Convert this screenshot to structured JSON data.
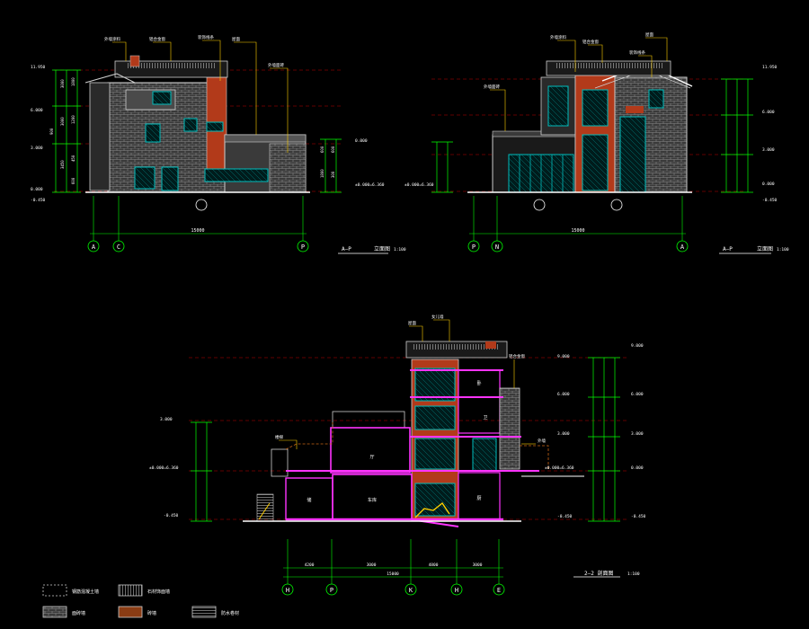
{
  "drawing": {
    "elevation_left": {
      "axes": [
        "A",
        "C",
        "P"
      ],
      "title_text": "A—P",
      "scale_text": "立面图",
      "scale_ratio": "1:100",
      "overall_dim": "15000",
      "levels": [
        "11.950",
        "6.000",
        "3.000",
        "0.000",
        "-0.450"
      ],
      "left_dims": [
        "900",
        "3000",
        "3000",
        "3450",
        "450",
        "1800",
        "600",
        "1200"
      ],
      "right_dims": [
        "600",
        "1800",
        "600",
        "300"
      ],
      "callouts": [
        "外墙涂料",
        "铝合金窗",
        "装饰线条",
        "屋面",
        "外墙面砖"
      ],
      "marker_labels": [
        "0.000",
        "±0.000=6.360"
      ]
    },
    "elevation_right": {
      "axes": [
        "P",
        "N",
        "A"
      ],
      "title_text": "A—P",
      "scale_text": "立面图",
      "scale_ratio": "1:100",
      "overall_dim": "15000",
      "levels": [
        "11.950",
        "6.000",
        "3.000",
        "0.000",
        "-0.450"
      ],
      "callouts": [
        "外墙涂料",
        "铝合金窗",
        "屋面",
        "外墙面砖",
        "装饰线条"
      ],
      "marker_labels": [
        "±0.000=6.360"
      ]
    },
    "section": {
      "axes": [
        "H",
        "P",
        "K",
        "H",
        "E"
      ],
      "bottom_dims": [
        "4200",
        "3000",
        "4800",
        "3000"
      ],
      "total_dim": "15000",
      "title_text": "2—2 剖面图",
      "scale_ratio": "1:100",
      "levels": [
        "9.000",
        "6.000",
        "3.000",
        "0.000",
        "-0.450"
      ],
      "callouts": [
        "屋面",
        "女儿墙",
        "铝合金窗",
        "楼梯",
        "外墙"
      ],
      "room_labels": [
        "卧",
        "卫",
        "厅",
        "车库",
        "储",
        "厨"
      ],
      "left_level_marks": [
        "3.000",
        "±0.000=6.360",
        "-0.450"
      ],
      "right_level_marks": [
        "9.000",
        "6.000",
        "3.000",
        "±0.000=6.360",
        "-0.450"
      ]
    },
    "legend": [
      {
        "label": "钢筋混凝土墙",
        "swatch": "dash"
      },
      {
        "label": "石材饰面墙",
        "swatch": "vlines"
      },
      {
        "label": "面砖墙",
        "swatch": "hatch"
      },
      {
        "label": "砖墙",
        "swatch": "brown"
      },
      {
        "label": "防水卷材",
        "swatch": "hlines"
      }
    ],
    "colors": {
      "background": "#000000",
      "dim_green": "#00ff00",
      "wall_gray": "#c0c0c0",
      "brick_red": "#b23a1a",
      "window_cyan": "#00bcbc",
      "section_magenta": "#ff33ff",
      "level_red": "#c00000",
      "level_purple": "#9a2bff",
      "text_white": "#ffffff",
      "callout_yellow": "#ffd000"
    }
  }
}
